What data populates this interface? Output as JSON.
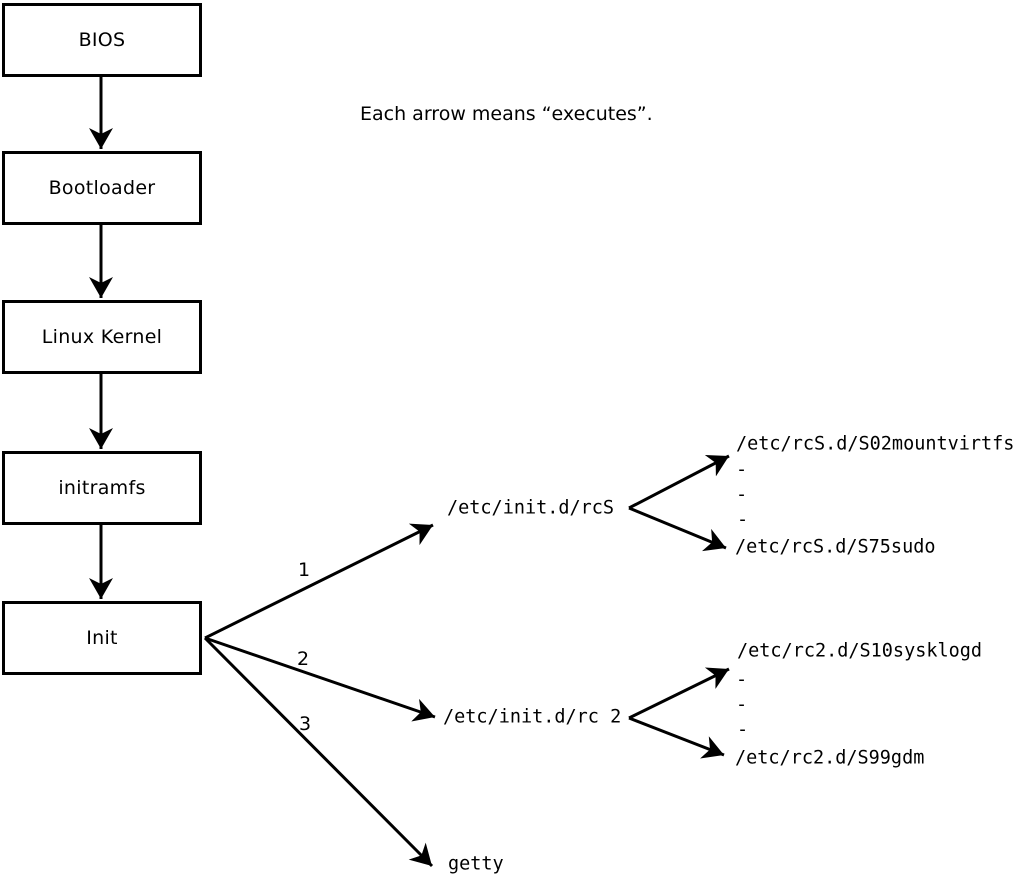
{
  "colors": {
    "foreground": "#000000",
    "background": "#ffffff"
  },
  "note": "Each arrow means “executes”.",
  "flow_boxes": [
    {
      "label": "BIOS"
    },
    {
      "label": "Bootloader"
    },
    {
      "label": "Linux Kernel"
    },
    {
      "label": "initramfs"
    },
    {
      "label": "Init"
    }
  ],
  "init_branches": [
    {
      "order": "1",
      "target": "/etc/init.d/rcS"
    },
    {
      "order": "2",
      "target": "/etc/init.d/rc 2"
    },
    {
      "order": "3",
      "target": "getty"
    }
  ],
  "rcS_children": [
    "/etc/rcS.d/S02mountvirtfs",
    "-",
    "-",
    "-",
    "/etc/rcS.d/S75sudo"
  ],
  "rc2_children": [
    "/etc/rc2.d/S10sysklogd",
    "-",
    "-",
    "-",
    "/etc/rc2.d/S99gdm"
  ]
}
